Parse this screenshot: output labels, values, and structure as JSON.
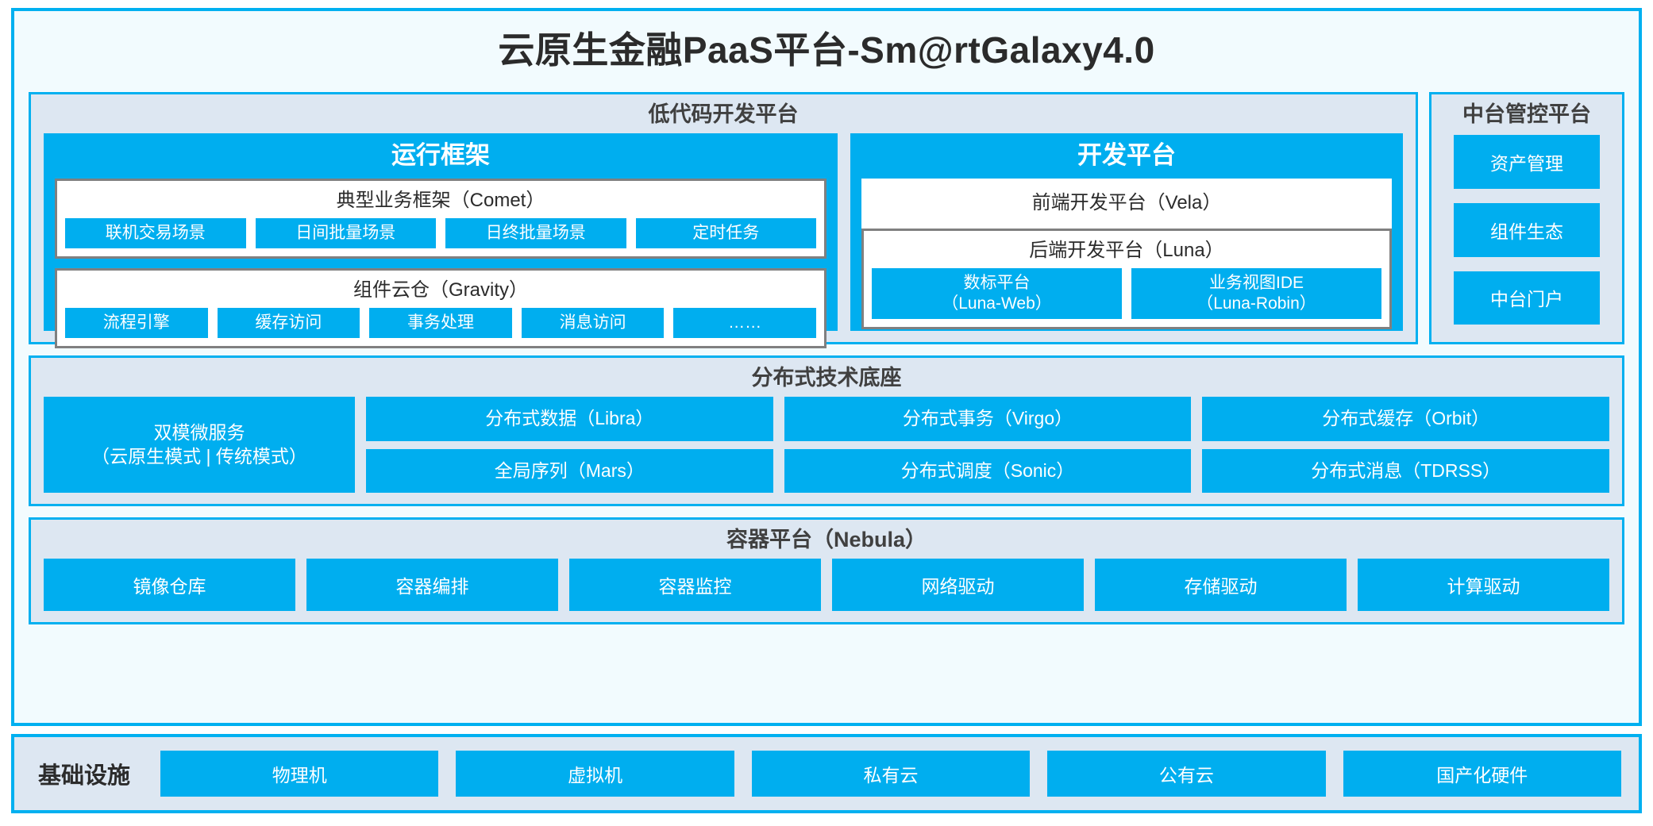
{
  "title": "云原生金融PaaS平台-Sm@rtGalaxy4.0",
  "colors": {
    "accent_blue": "#00aeef",
    "frame_blue": "#00b0f0",
    "panel_bg": "#dde7f2",
    "page_bg": "#f2fbfe",
    "card_border_gray": "#808080",
    "text_dark": "#2b2b2b"
  },
  "lowcode": {
    "title": "低代码开发平台",
    "runtime": {
      "title": "运行框架",
      "comet": {
        "title": "典型业务框架（Comet）",
        "chips": [
          "联机交易场景",
          "日间批量场景",
          "日终批量场景",
          "定时任务"
        ]
      },
      "gravity": {
        "title": "组件云仓（Gravity）",
        "chips": [
          "流程引擎",
          "缓存访问",
          "事务处理",
          "消息访问",
          "……"
        ]
      }
    },
    "devplatform": {
      "title": "开发平台",
      "frontend": "前端开发平台（Vela）",
      "backend": {
        "title": "后端开发平台（Luna）",
        "chips": [
          {
            "line1": "数标平台",
            "line2": "（Luna-Web）"
          },
          {
            "line1": "业务视图IDE",
            "line2": "（Luna-Robin）"
          }
        ]
      }
    }
  },
  "midoffice": {
    "title": "中台管控平台",
    "items": [
      "资产管理",
      "组件生态",
      "中台门户"
    ]
  },
  "distributed": {
    "title": "分布式技术底座",
    "wide": {
      "line1": "双模微服务",
      "line2": "（云原生模式 | 传统模式）"
    },
    "columns": [
      [
        "分布式数据（Libra）",
        "全局序列（Mars）"
      ],
      [
        "分布式事务（Virgo）",
        "分布式调度（Sonic）"
      ],
      [
        "分布式缓存（Orbit）",
        "分布式消息（TDRSS）"
      ]
    ]
  },
  "container_platform": {
    "title": "容器平台（Nebula）",
    "chips": [
      "镜像仓库",
      "容器编排",
      "容器监控",
      "网络驱动",
      "存储驱动",
      "计算驱动"
    ]
  },
  "infrastructure": {
    "label": "基础设施",
    "chips": [
      "物理机",
      "虚拟机",
      "私有云",
      "公有云",
      "国产化硬件"
    ]
  }
}
